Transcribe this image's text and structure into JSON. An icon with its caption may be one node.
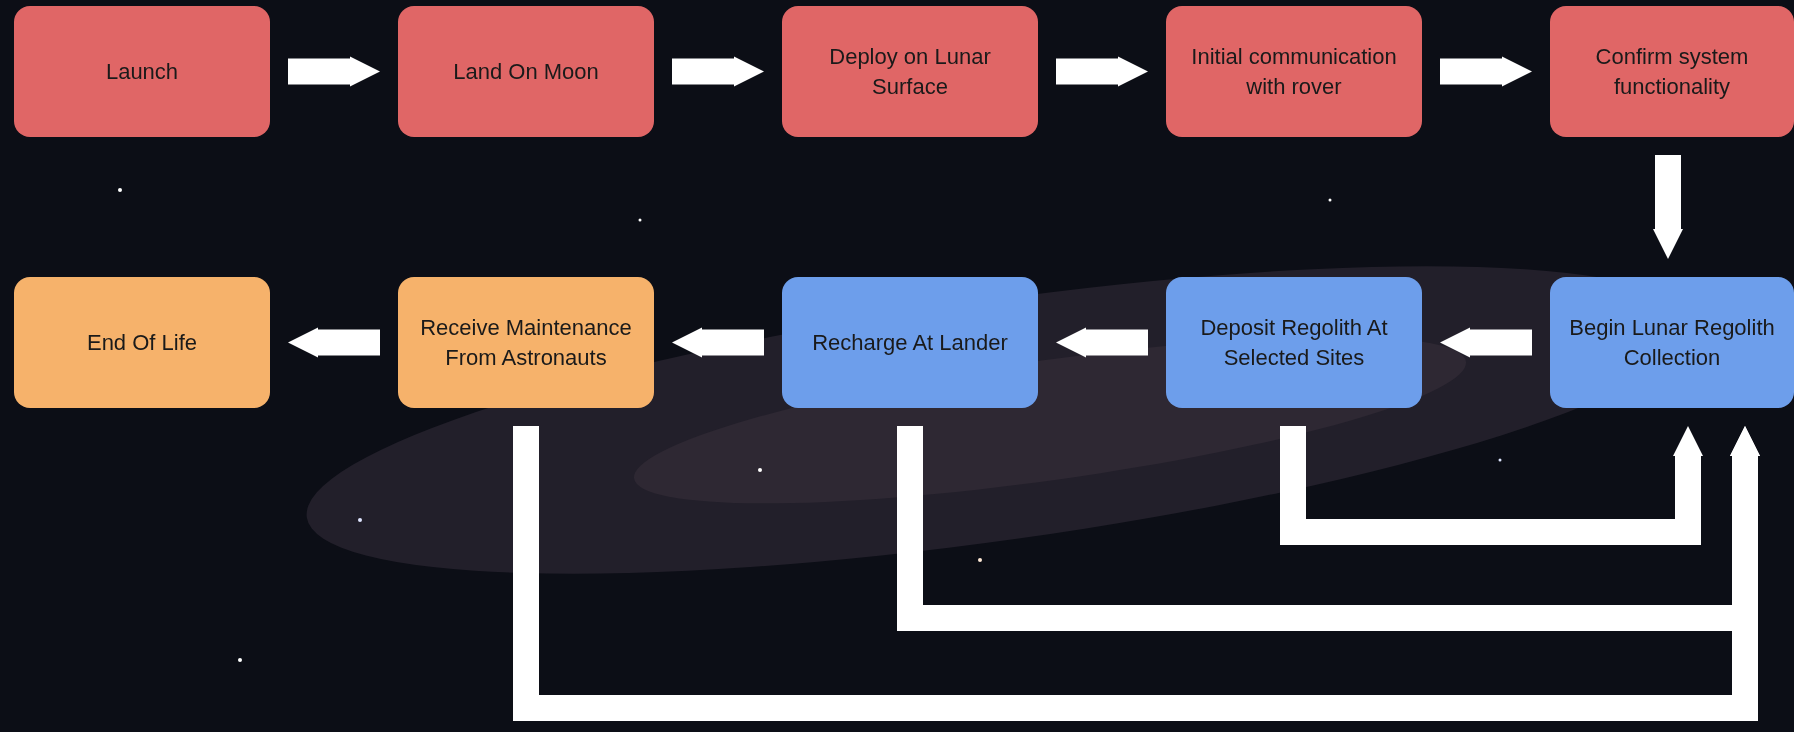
{
  "diagram": {
    "nodes": [
      {
        "text": [
          "Launch"
        ]
      },
      {
        "text": [
          "Land On Moon"
        ]
      },
      {
        "text": [
          "Deploy on Lunar Surface"
        ]
      },
      {
        "text": [
          "Initial communication with rover"
        ]
      },
      {
        "text": [
          "Confirm system functionality"
        ]
      },
      {
        "text": [
          "End Of Life"
        ]
      },
      {
        "text": [
          "Receive Maintenance From Astronauts"
        ]
      },
      {
        "text": [
          "Recharge At Lander"
        ]
      },
      {
        "text": [
          "Deposit Regolith At Selected Sites"
        ]
      },
      {
        "text": [
          "Begin Lunar Regolith Collection"
        ]
      }
    ],
    "edges": [
      {
        "from": 0,
        "to": 1,
        "arrow": "to"
      },
      {
        "from": 1,
        "to": 2,
        "arrow": "to"
      },
      {
        "from": 2,
        "to": 3,
        "arrow": "to"
      },
      {
        "from": 3,
        "to": 4,
        "arrow": "to"
      },
      {
        "from": 4,
        "to": 9,
        "arrow": "to"
      },
      {
        "from": 9,
        "to": 8,
        "arrow": "to"
      },
      {
        "from": 8,
        "to": 7,
        "arrow": "to"
      },
      {
        "from": 7,
        "to": 6,
        "arrow": "to"
      },
      {
        "from": 6,
        "to": 5,
        "arrow": "to"
      },
      {
        "from": 8,
        "to": 9,
        "arrow": "to"
      },
      {
        "from": 7,
        "to": 9,
        "arrow": "to"
      },
      {
        "from": 6,
        "to": 9,
        "arrow": "to"
      }
    ]
  }
}
